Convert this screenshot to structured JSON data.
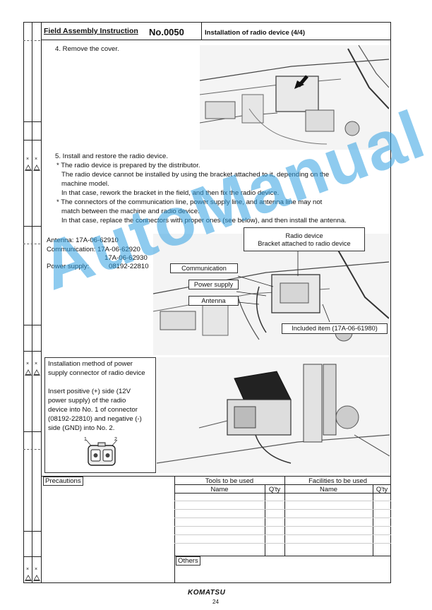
{
  "header": {
    "title": "Field Assembly Instruction",
    "number": "No.0050",
    "subtitle": "Installation of radio device (4/4)"
  },
  "step4": {
    "text": "4. Remove the cover."
  },
  "step5": {
    "lines": [
      "5. Install and restore the radio device.",
      "* The radio device is prepared by the distributor.",
      "The radio device cannot be installed by using the bracket attached to it, depending on the",
      "machine model.",
      "In that case, rework the bracket in the field, and then fix the radio device.",
      "* The connectors of the communication line, power supply line, and antenna line may not",
      "match between the machine and radio device.",
      "In that case, replace the connectors with proper ones (see below), and then install the antenna."
    ]
  },
  "parts": {
    "antenna": "Antenna: 17A-06-62910",
    "communication": "Communication: 17A-06-62920",
    "communication2": "17A-06-62930",
    "power_label": "Power supply:",
    "power_value": "08192-22810"
  },
  "callouts": {
    "radio_device": "Radio device",
    "bracket": "Bracket attached to radio device",
    "communication": "Communication",
    "power_supply": "Power supply",
    "antenna": "Antenna",
    "included_item": "Included item (17A-06-61980)"
  },
  "install_note": {
    "lines": [
      "Installation method of power",
      "supply connector of radio device",
      "",
      "Insert positive (+) side (12V",
      "power supply) of the radio",
      "device into No. 1 of connector",
      "(08192-22810) and negative (-)",
      "side (GND) into No. 2."
    ],
    "pin1": "1",
    "pin2": "2"
  },
  "footer_table": {
    "precautions": "Precautions",
    "tools": "Tools to be used",
    "facilities": "Facilities to be used",
    "name": "Name",
    "qty": "Q'ty",
    "others": "Others"
  },
  "margin": {
    "mark": "×"
  },
  "watermark": "AutoManual",
  "logo": "KOMATSU",
  "page_number": "24"
}
